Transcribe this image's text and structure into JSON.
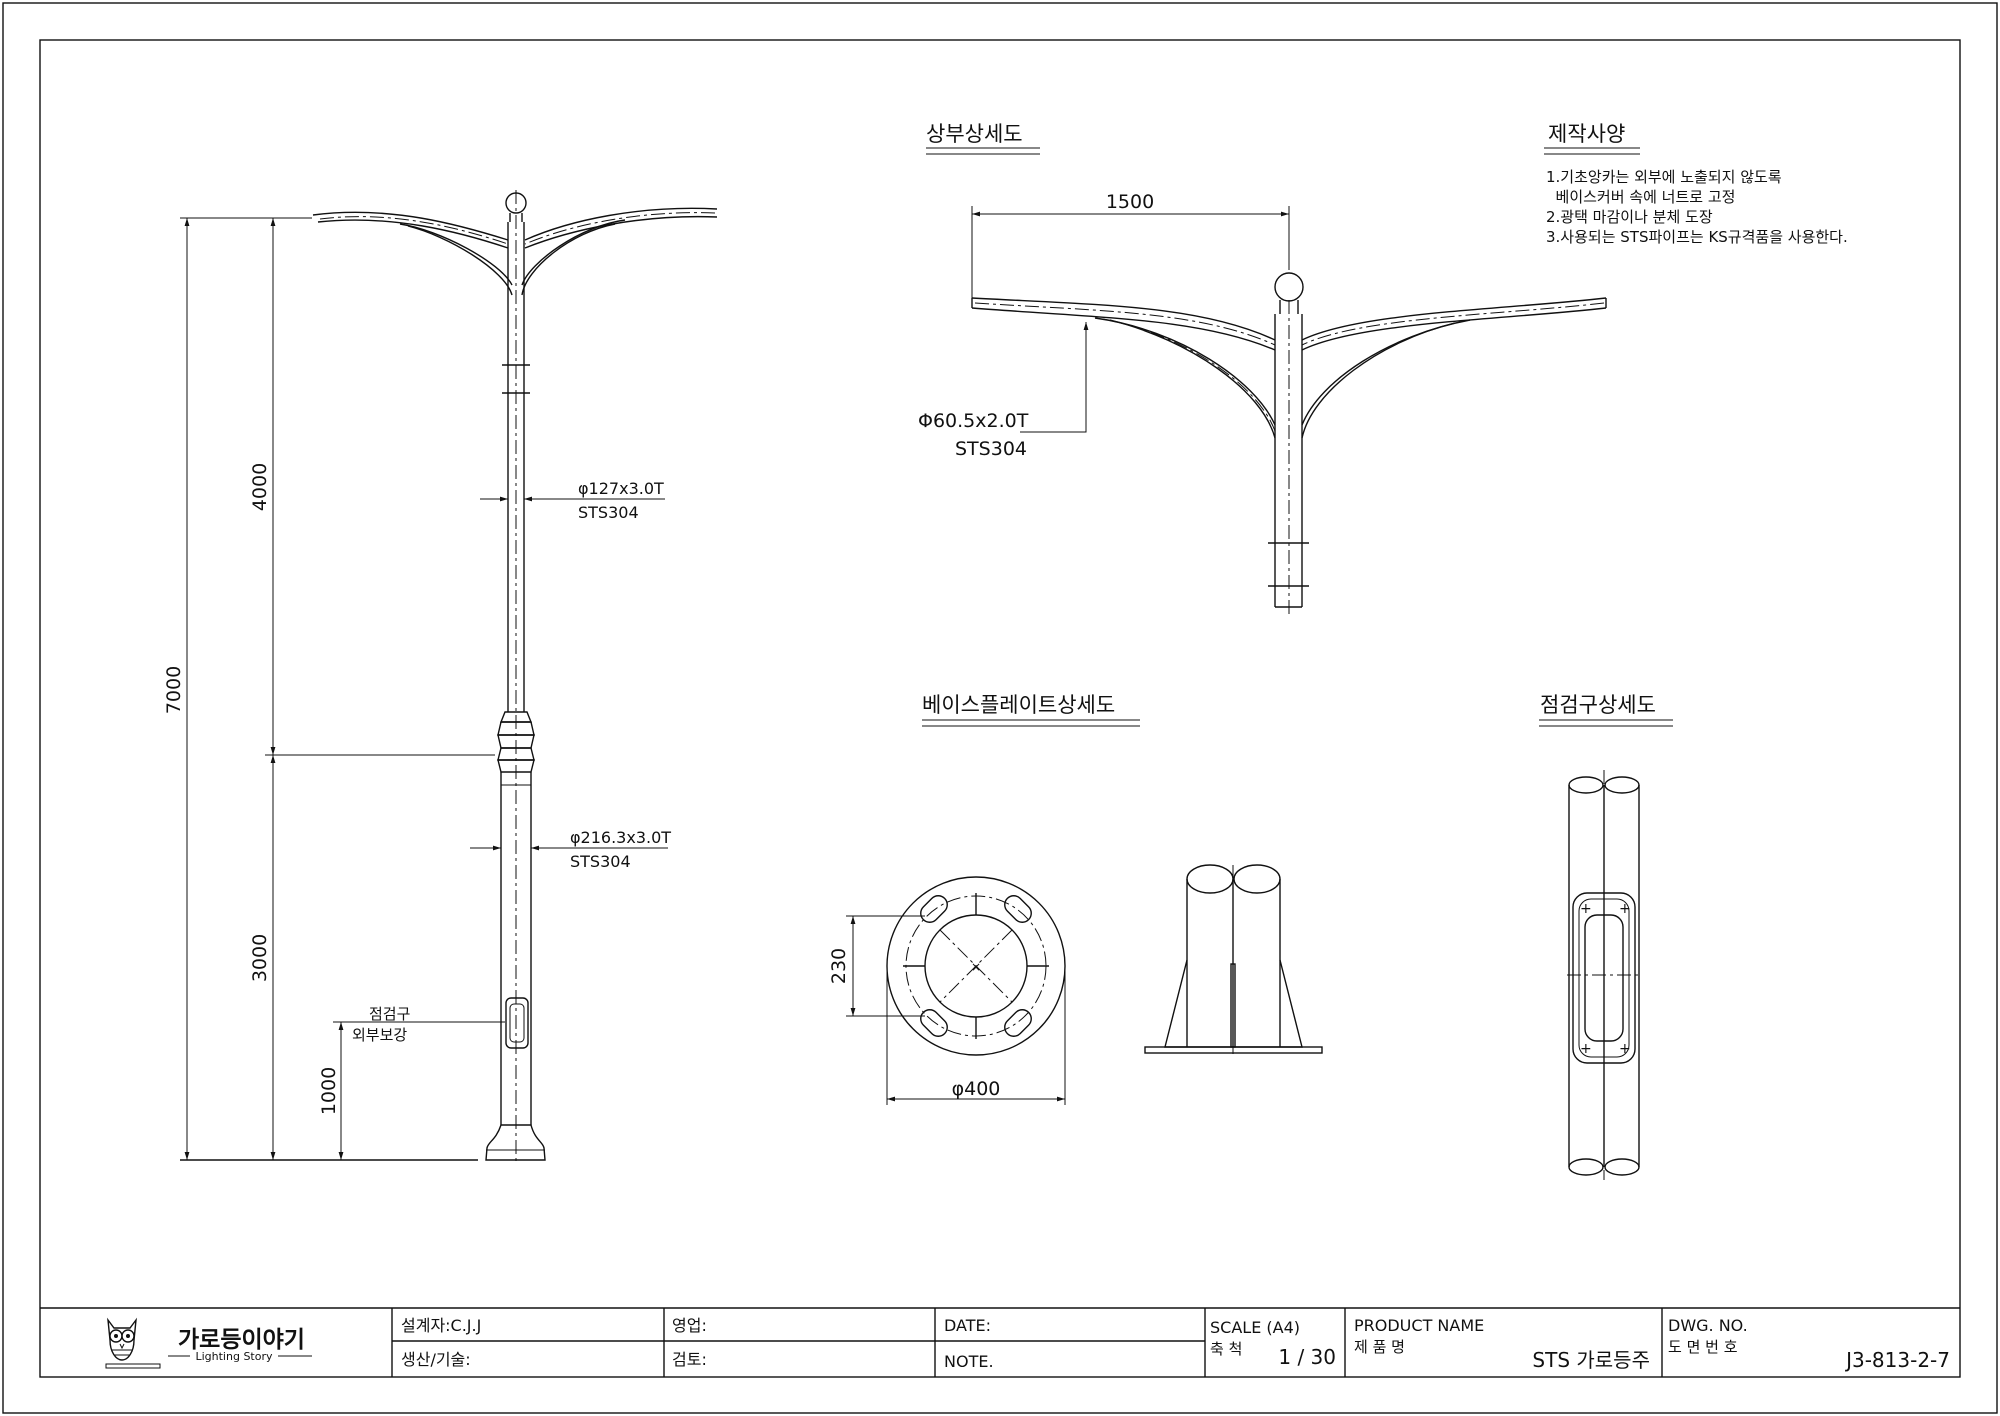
{
  "pole_elevation": {
    "dims": {
      "total": "7000",
      "upper": "4000",
      "lower": "3000",
      "door": "1000"
    },
    "upper_pipe": {
      "spec": "φ127x3.0T",
      "material": "STS304"
    },
    "lower_pipe": {
      "spec": "φ216.3x3.0T",
      "material": "STS304"
    },
    "door_label": {
      "line1": "점검구",
      "line2": "외부보강"
    }
  },
  "top_detail": {
    "title": "상부상세도",
    "span": "1500",
    "arm_spec": "Φ60.5x2.0T",
    "arm_material": "STS304"
  },
  "specs": {
    "title": "제작사양",
    "lines": [
      "1.기초앙카는 외부에 노출되지 않도록",
      "  베이스커버 속에 너트로 고정",
      "2.광택 마감이나 분체 도장",
      "3.사용되는 STS파이프는 KS규격품을 사용한다."
    ]
  },
  "base_detail": {
    "title": "베이스플레이트상세도",
    "bolt_spacing": "230",
    "plate_dia": "φ400"
  },
  "door_detail": {
    "title": "점검구상세도"
  },
  "title_block": {
    "logo_text": "가로등이야기",
    "logo_sub": "Lighting Story",
    "designer": "설계자:C.J.J",
    "production": "생산/기술:",
    "sales": "영업:",
    "review": "검토:",
    "date": "DATE:",
    "note": "NOTE.",
    "scale_label": "SCALE (A4)",
    "scale_kr": "축 척",
    "scale_value": "1 / 30",
    "product_label": "PRODUCT NAME",
    "product_kr": "제 품 명",
    "product_value": "STS 가로등주",
    "dwg_label": "DWG. NO.",
    "dwg_kr": "도 면 번 호",
    "dwg_value": "J3-813-2-7"
  }
}
